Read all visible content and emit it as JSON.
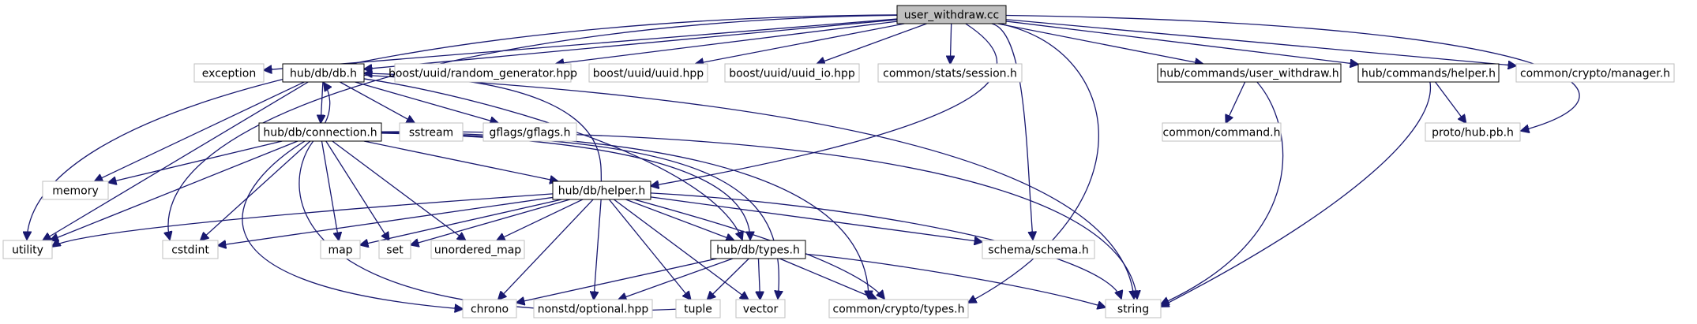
{
  "diagram": {
    "colors": {
      "edge": "#191970",
      "root_fill": "#bfbfbf",
      "border_documented": "#000000",
      "border_external": "#bfbfbf",
      "background": "#ffffff"
    },
    "nodes": [
      {
        "id": "root",
        "label": "user_withdraw.cc",
        "kind": "root"
      },
      {
        "id": "exception",
        "label": "exception",
        "kind": "ext"
      },
      {
        "id": "db",
        "label": "hub/db/db.h",
        "kind": "doc"
      },
      {
        "id": "rand",
        "label": "boost/uuid/random_generator.hpp",
        "kind": "ext"
      },
      {
        "id": "uuid",
        "label": "boost/uuid/uuid.hpp",
        "kind": "ext"
      },
      {
        "id": "uuid_io",
        "label": "boost/uuid/uuid_io.hpp",
        "kind": "ext"
      },
      {
        "id": "session",
        "label": "common/stats/session.h",
        "kind": "ext"
      },
      {
        "id": "cmd_uw",
        "label": "hub/commands/user_withdraw.h",
        "kind": "doc"
      },
      {
        "id": "cmd_helper",
        "label": "hub/commands/helper.h",
        "kind": "doc"
      },
      {
        "id": "crypto_mgr",
        "label": "common/crypto/manager.h",
        "kind": "ext"
      },
      {
        "id": "conn",
        "label": "hub/db/connection.h",
        "kind": "doc"
      },
      {
        "id": "sstream",
        "label": "sstream",
        "kind": "ext"
      },
      {
        "id": "gflags",
        "label": "gflags/gflags.h",
        "kind": "ext"
      },
      {
        "id": "command",
        "label": "common/command.h",
        "kind": "ext"
      },
      {
        "id": "proto",
        "label": "proto/hub.pb.h",
        "kind": "ext"
      },
      {
        "id": "memory",
        "label": "memory",
        "kind": "ext"
      },
      {
        "id": "dbhelper",
        "label": "hub/db/helper.h",
        "kind": "doc"
      },
      {
        "id": "utility",
        "label": "utility",
        "kind": "ext"
      },
      {
        "id": "cstdint",
        "label": "cstdint",
        "kind": "ext"
      },
      {
        "id": "map",
        "label": "map",
        "kind": "ext"
      },
      {
        "id": "set",
        "label": "set",
        "kind": "ext"
      },
      {
        "id": "umap",
        "label": "unordered_map",
        "kind": "ext"
      },
      {
        "id": "types",
        "label": "hub/db/types.h",
        "kind": "doc"
      },
      {
        "id": "schema",
        "label": "schema/schema.h",
        "kind": "ext"
      },
      {
        "id": "chrono",
        "label": "chrono",
        "kind": "ext"
      },
      {
        "id": "optional",
        "label": "nonstd/optional.hpp",
        "kind": "ext"
      },
      {
        "id": "tuple",
        "label": "tuple",
        "kind": "ext"
      },
      {
        "id": "vector",
        "label": "vector",
        "kind": "ext"
      },
      {
        "id": "ctypes",
        "label": "common/crypto/types.h",
        "kind": "ext"
      },
      {
        "id": "string",
        "label": "string",
        "kind": "ext"
      }
    ],
    "edges": [
      [
        "root",
        "exception"
      ],
      [
        "root",
        "db"
      ],
      [
        "root",
        "rand"
      ],
      [
        "root",
        "uuid"
      ],
      [
        "root",
        "uuid_io"
      ],
      [
        "root",
        "session"
      ],
      [
        "root",
        "cmd_uw"
      ],
      [
        "root",
        "cmd_helper"
      ],
      [
        "root",
        "crypto_mgr"
      ],
      [
        "root",
        "proto"
      ],
      [
        "root",
        "utility"
      ],
      [
        "root",
        "cstdint"
      ],
      [
        "root",
        "dbhelper"
      ],
      [
        "root",
        "schema"
      ],
      [
        "root",
        "ctypes"
      ],
      [
        "db",
        "conn"
      ],
      [
        "db",
        "sstream"
      ],
      [
        "db",
        "gflags"
      ],
      [
        "db",
        "memory"
      ],
      [
        "db",
        "utility"
      ],
      [
        "db",
        "types"
      ],
      [
        "db",
        "string"
      ],
      [
        "conn",
        "db"
      ],
      [
        "conn",
        "memory"
      ],
      [
        "conn",
        "utility"
      ],
      [
        "conn",
        "cstdint"
      ],
      [
        "conn",
        "map"
      ],
      [
        "conn",
        "set"
      ],
      [
        "conn",
        "umap"
      ],
      [
        "conn",
        "dbhelper"
      ],
      [
        "conn",
        "types"
      ],
      [
        "conn",
        "chrono"
      ],
      [
        "conn",
        "tuple"
      ],
      [
        "conn",
        "vector"
      ],
      [
        "conn",
        "ctypes"
      ],
      [
        "conn",
        "string"
      ],
      [
        "dbhelper",
        "db"
      ],
      [
        "dbhelper",
        "utility"
      ],
      [
        "dbhelper",
        "cstdint"
      ],
      [
        "dbhelper",
        "map"
      ],
      [
        "dbhelper",
        "set"
      ],
      [
        "dbhelper",
        "umap"
      ],
      [
        "dbhelper",
        "types"
      ],
      [
        "dbhelper",
        "schema"
      ],
      [
        "dbhelper",
        "chrono"
      ],
      [
        "dbhelper",
        "optional"
      ],
      [
        "dbhelper",
        "tuple"
      ],
      [
        "dbhelper",
        "vector"
      ],
      [
        "dbhelper",
        "ctypes"
      ],
      [
        "dbhelper",
        "string"
      ],
      [
        "types",
        "chrono"
      ],
      [
        "types",
        "optional"
      ],
      [
        "types",
        "tuple"
      ],
      [
        "types",
        "vector"
      ],
      [
        "types",
        "ctypes"
      ],
      [
        "types",
        "string"
      ],
      [
        "cmd_uw",
        "command"
      ],
      [
        "cmd_uw",
        "string"
      ],
      [
        "cmd_helper",
        "proto"
      ],
      [
        "cmd_helper",
        "string"
      ]
    ]
  }
}
